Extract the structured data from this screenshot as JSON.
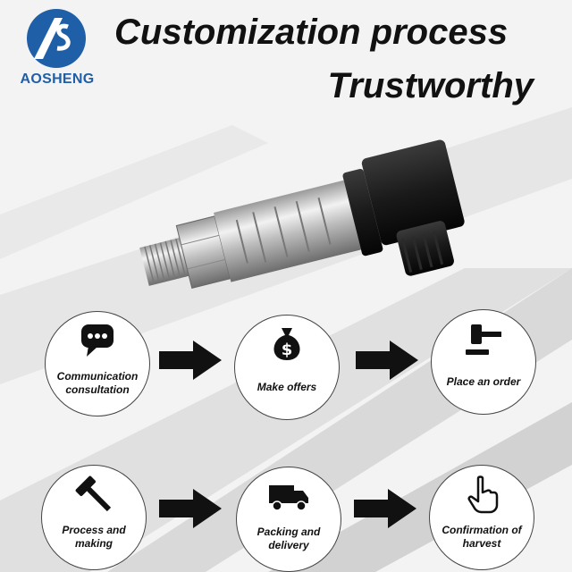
{
  "brand": {
    "name": "AOSHENG",
    "logo_color": "#1f5fa8"
  },
  "headline": {
    "line1": "Customization process",
    "line2": "Trustworthy"
  },
  "process": {
    "steps": [
      {
        "label": "Communication consultation",
        "icon": "chat-bubble-icon"
      },
      {
        "label": "Make offers",
        "icon": "money-bag-icon"
      },
      {
        "label": "Place an order",
        "icon": "gavel-icon"
      },
      {
        "label": "Process and making",
        "icon": "hammer-icon"
      },
      {
        "label": "Packing and delivery",
        "icon": "truck-icon"
      },
      {
        "label": "Confirmation of harvest",
        "icon": "pointing-hand-icon"
      }
    ]
  }
}
